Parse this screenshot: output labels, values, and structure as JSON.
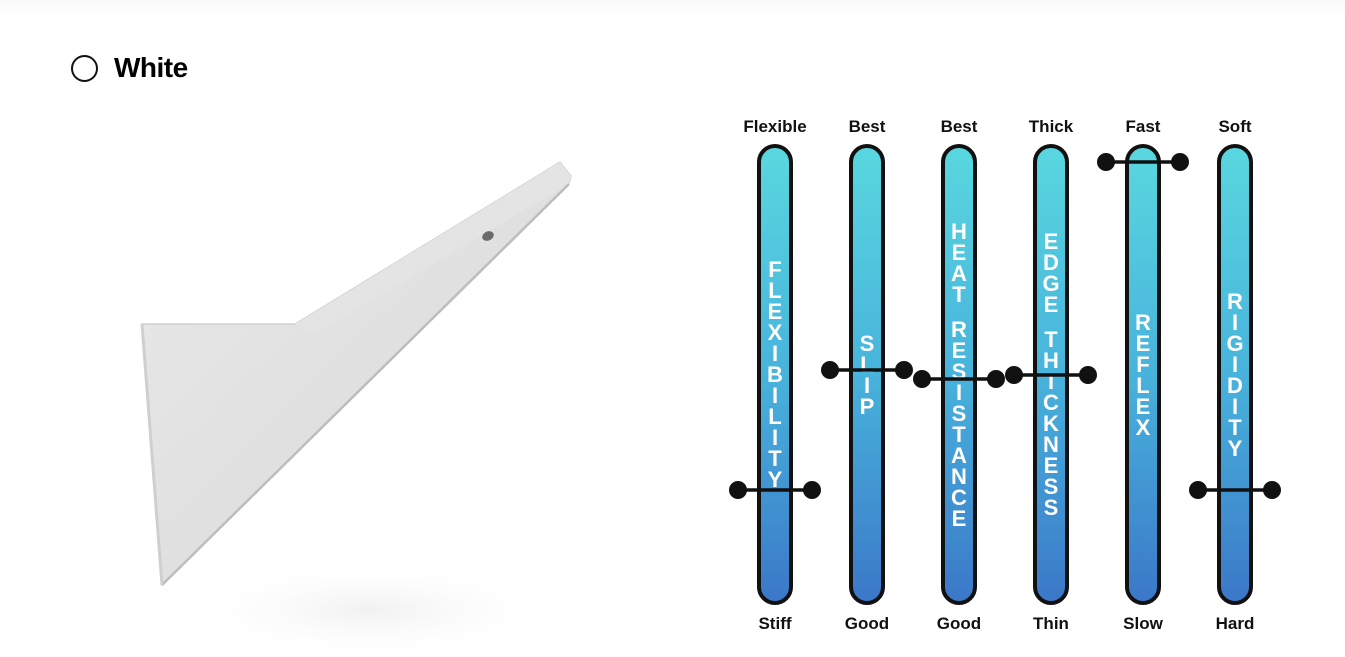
{
  "option": {
    "label": "White",
    "selected": false
  },
  "product_image": {
    "icon": "white-squeegee-tool"
  },
  "meters": [
    {
      "id": "flexibility",
      "top_label": "Flexible",
      "bottom_label": "Stiff",
      "letters": [
        "F",
        "L",
        "E",
        "X",
        "I",
        "B",
        "I",
        "L",
        "I",
        "T",
        "Y"
      ],
      "level": 0.25
    },
    {
      "id": "slip",
      "top_label": "Best",
      "bottom_label": "Good",
      "letters": [
        "S",
        "L",
        "I",
        "P"
      ],
      "level": 0.51
    },
    {
      "id": "heat-resistance",
      "top_label": "Best",
      "bottom_label": "Good",
      "letters": [
        "H",
        "E",
        "A",
        "T",
        " ",
        "R",
        "E",
        "S",
        "I",
        "S",
        "T",
        "A",
        "N",
        "C",
        "E"
      ],
      "level": 0.49
    },
    {
      "id": "edge-thickness",
      "top_label": "Thick",
      "bottom_label": "Thin",
      "letters": [
        "E",
        "D",
        "G",
        "E",
        " ",
        "T",
        "H",
        "I",
        "C",
        "K",
        "N",
        "E",
        "S",
        "S"
      ],
      "level": 0.5
    },
    {
      "id": "reflex",
      "top_label": "Fast",
      "bottom_label": "Slow",
      "letters": [
        "R",
        "E",
        "F",
        "L",
        "E",
        "X"
      ],
      "level": 0.96
    },
    {
      "id": "rigidity",
      "top_label": "Soft",
      "bottom_label": "Hard",
      "letters": [
        "R",
        "I",
        "G",
        "I",
        "D",
        "I",
        "T",
        "Y"
      ],
      "level": 0.25
    }
  ],
  "colors": {
    "tube_top": "#59d7df",
    "tube_bottom": "#3b78c8",
    "outline": "#111111"
  }
}
